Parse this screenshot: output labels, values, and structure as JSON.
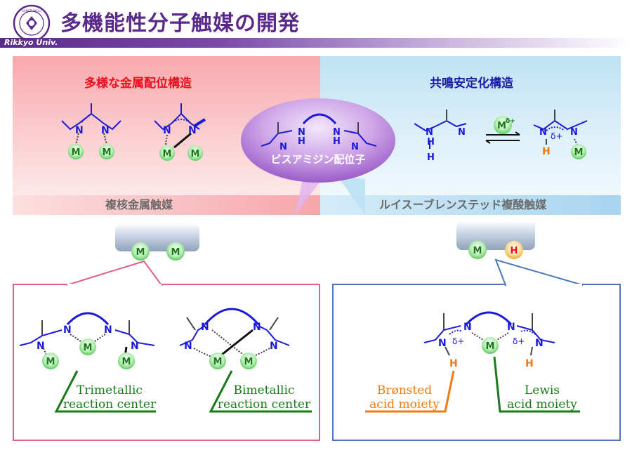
{
  "header": {
    "title": "多機能性分子触媒の開発",
    "university": "Rikkyo Univ.",
    "logo_text": "SANCTI PAULI UNIVERSITAS"
  },
  "top": {
    "left_label": "多様な金属配位構造",
    "right_label": "共鳴安定化構造",
    "center_label": "ビスアミジン配位子",
    "metal_symbol": "M",
    "hydrogen_symbol": "H",
    "nitrogen_symbol": "N",
    "metal_cation": "M",
    "metal_cation_sup": "δ+",
    "delta_plus": "δ+"
  },
  "bands": {
    "left": "複核金属触媒",
    "right": "ルイスーブレンステッド複酸触媒"
  },
  "bottom_left": {
    "note1_line1": "Trimetallic",
    "note1_line2": "reaction center",
    "note2_line1": "Bimetallic",
    "note2_line2": "reaction center"
  },
  "bottom_right": {
    "note1_line1": "Brønsted",
    "note1_line2": "acid moiety",
    "note2_line1": "Lewis",
    "note2_line2": "acid moiety"
  },
  "colors": {
    "title": "#5a2a8a",
    "metal_fill": "#b8f0b8",
    "hydrogen_fill": "#f8d070",
    "ligand_blue": "#1a1ad8",
    "red_label": "#e8101c"
  }
}
